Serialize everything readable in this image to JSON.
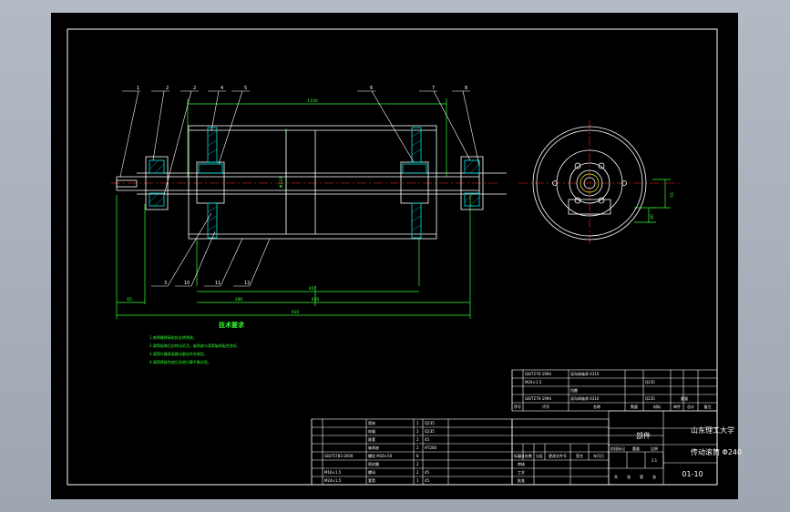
{
  "balloons": [
    "1",
    "2",
    "2",
    "4",
    "5",
    "6",
    "7",
    "8",
    "3",
    "10",
    "11",
    "12"
  ],
  "dims": {
    "overall_top": "1100",
    "dia_main": "Φ219",
    "len_inner": "407",
    "len_mid": "280",
    "len_mid2": "650",
    "overall_bottom": "910",
    "left_small": "65",
    "right_small": "55",
    "right_small2": "40"
  },
  "tech_title": "技术要求",
  "tech_lines": [
    "1.各焊缝焊接前应去除锈迹。",
    "2.滚筒组装后应转动灵活，轴承座与滚筒轴承配合良好。",
    "3.滚筒外圆表面跳动量应符合规定。",
    "4.滚筒焊接完成后须进行静平衡试验。"
  ],
  "upper_rows": [
    {
      "no": "",
      "code": "GB/T276-1994",
      "name": "深沟球轴承 6310",
      "qty": "",
      "mat": ""
    },
    {
      "no": "",
      "code": "M24×1.5",
      "name": "",
      "qty": "",
      "mat": "Q235"
    },
    {
      "no": "",
      "code": "",
      "name": "挡圈",
      "qty": "",
      "mat": ""
    },
    {
      "no": "",
      "code": "GB/T276-1994",
      "name": "深沟球轴承 6310",
      "qty": "",
      "mat": "Q235"
    }
  ],
  "upper_header": [
    "序号",
    "代号",
    "名称",
    "数量",
    "材料",
    "单件",
    "总计",
    "备注"
  ],
  "weight_label": "重量",
  "lower_rows": [
    {
      "no": "",
      "code": "",
      "name": "筒体",
      "qty": "1",
      "mat": "Q235"
    },
    {
      "no": "",
      "code": "",
      "name": "轮辐",
      "qty": "2",
      "mat": "Q235"
    },
    {
      "no": "",
      "code": "",
      "name": "胀套",
      "qty": "2",
      "mat": "45"
    },
    {
      "no": "",
      "code": "",
      "name": "轴承座",
      "qty": "2",
      "mat": "HT200"
    },
    {
      "no": "",
      "code": "GB/T5783-2000",
      "name": "螺栓 M16×50",
      "qty": "8",
      "mat": ""
    },
    {
      "no": "",
      "code": "",
      "name": "密封圈",
      "qty": "2",
      "mat": ""
    },
    {
      "no": "",
      "code": "M16×1.5",
      "name": "螺母",
      "qty": "2",
      "mat": "45"
    },
    {
      "no": "",
      "code": "M24×1.5",
      "name": "套筒",
      "qty": "1",
      "mat": "45"
    }
  ],
  "sign_labels": [
    "标记",
    "处数",
    "分区",
    "更改文件号",
    "签名",
    "年月日"
  ],
  "role_labels": [
    "设计",
    "审核",
    "工艺",
    "批准"
  ],
  "stage_labels": [
    "阶段标记",
    "重量",
    "比例"
  ],
  "scale_value": "1:1",
  "sheet_labels": [
    "共",
    "张",
    "第",
    "张"
  ],
  "part_label": "部件",
  "org": "山东理工大学",
  "title": "传动滚筒 Φ240",
  "drawing_no": "01-10",
  "colors": {
    "bg": "#000000",
    "frame": "#ffffff",
    "part": "#ffffff",
    "center": "#ff2a2a",
    "dim": "#33ff33",
    "hatch": "#00e5e5",
    "leader": "#ffffff"
  }
}
